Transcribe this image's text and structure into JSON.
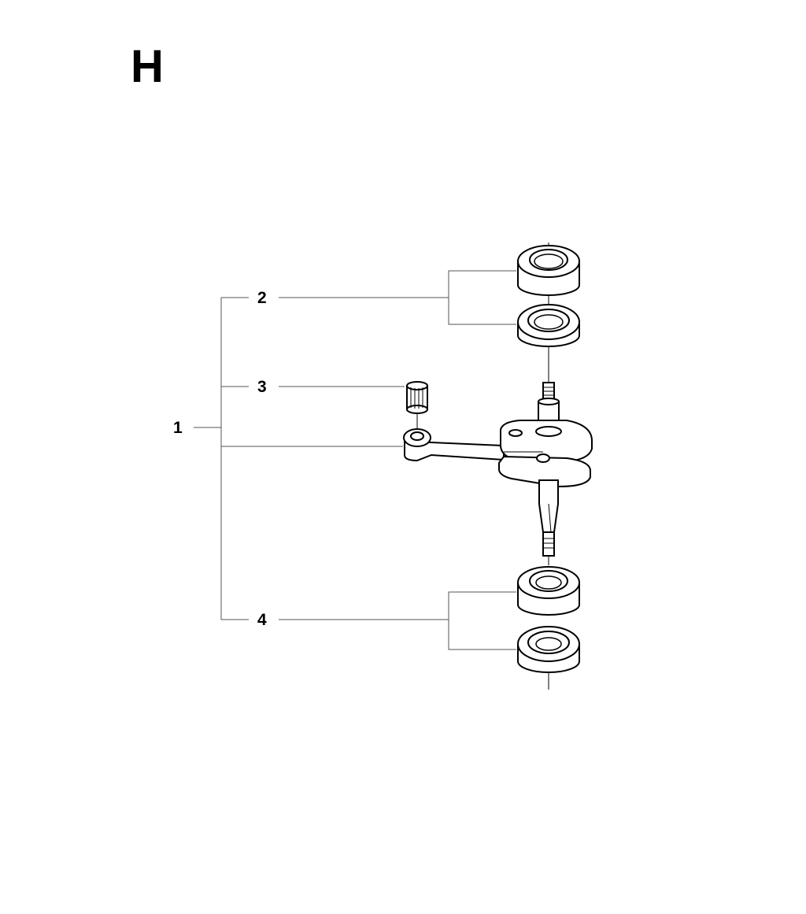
{
  "section": {
    "letter": "H"
  },
  "callouts": {
    "c1": "1",
    "c2": "2",
    "c3": "3",
    "c4": "4"
  },
  "colors": {
    "line": "#000000",
    "leader": "#555555",
    "fill": "#ffffff"
  }
}
